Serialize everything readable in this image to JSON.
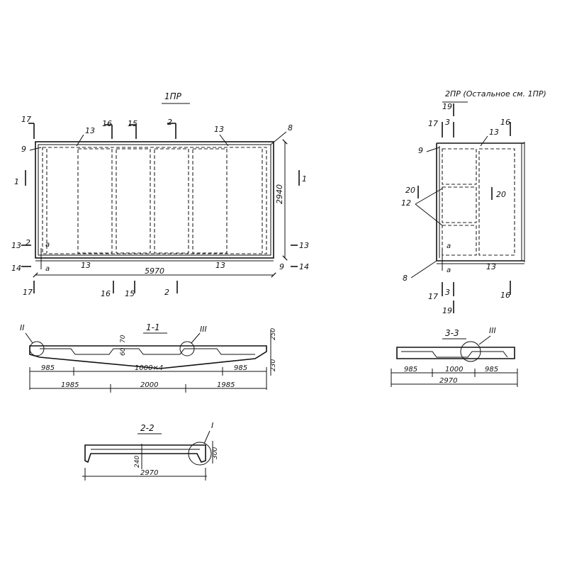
{
  "plan_1": {
    "title": "1ПР",
    "length": "5970",
    "width": "2940",
    "markers": {
      "m17": "17",
      "m1": "1",
      "m13": "13",
      "m14": "14",
      "m9": "9",
      "m8": "8",
      "m16": "16",
      "m15": "15",
      "m2": "2",
      "ma": "а"
    }
  },
  "plan_2": {
    "title": "2ПР (Остальное см. 1ПР)",
    "markers": {
      "m19": "19",
      "m17": "17",
      "m3": "3",
      "m13": "13",
      "m16": "16",
      "m9": "9",
      "m20": "20",
      "m12": "12",
      "m8": "8",
      "ma": "а"
    }
  },
  "section_1": {
    "title": "1-1",
    "detail_II": "II",
    "detail_III": "III",
    "dims": {
      "d985a": "985",
      "d1000x4": "1000×4",
      "d985b": "985",
      "d1985a": "1985",
      "d2000": "2000",
      "d1985b": "1985",
      "d250": "250",
      "d230": "230",
      "d70": "70",
      "d60": "60"
    }
  },
  "section_2": {
    "title": "2-2",
    "detail_I": "I",
    "dims": {
      "d2970": "2970",
      "d240": "240",
      "d300": "300"
    }
  },
  "section_3": {
    "title": "3-3",
    "detail_III": "III",
    "dims": {
      "d985a": "985",
      "d1000": "1000",
      "d985b": "985",
      "d2970": "2970"
    }
  }
}
